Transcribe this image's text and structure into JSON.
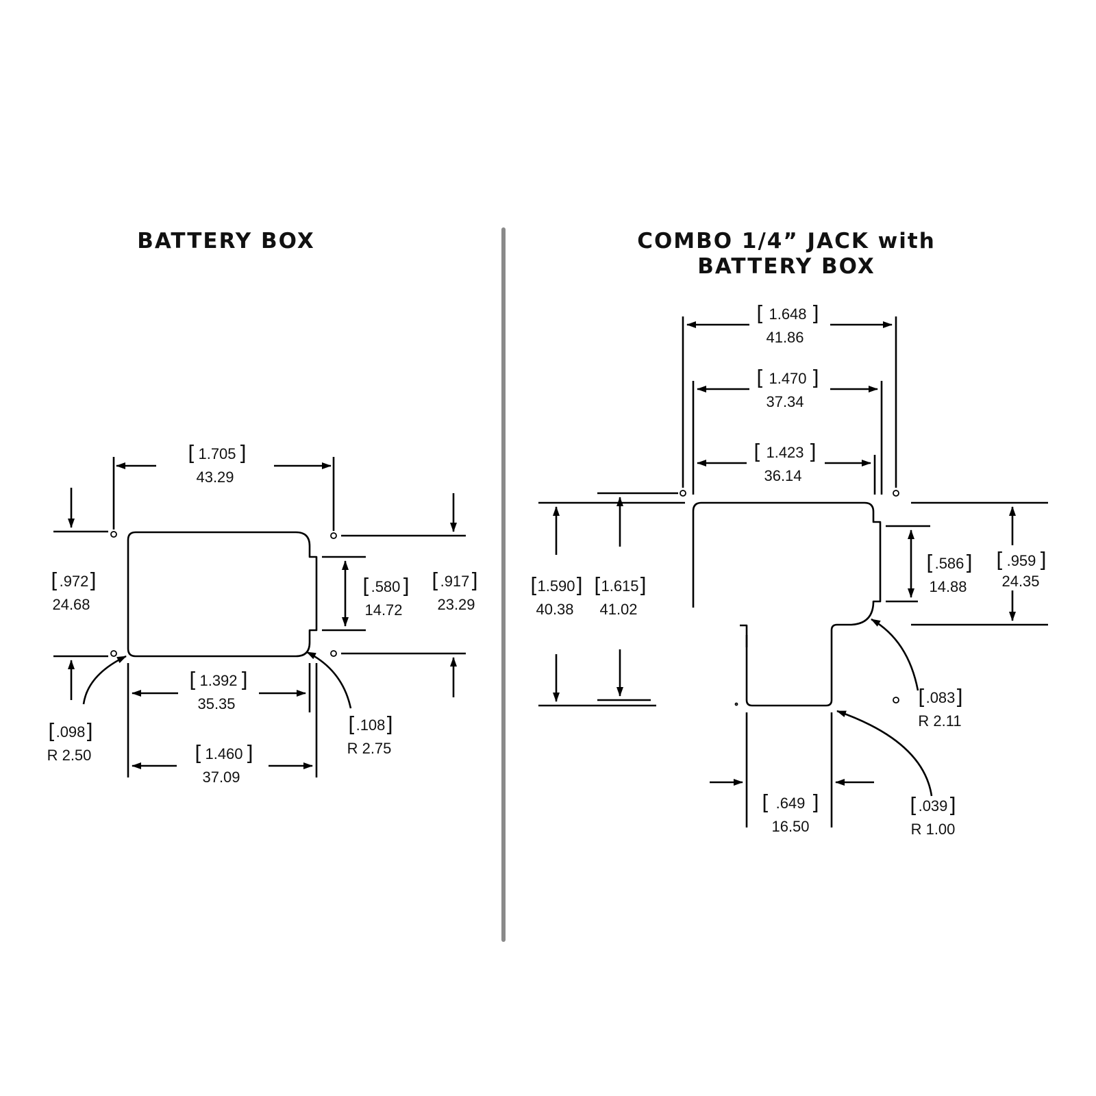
{
  "titles": {
    "left": "BATTERY BOX",
    "right_line1": "COMBO 1/4” JACK with",
    "right_line2": "BATTERY BOX"
  },
  "colors": {
    "ink": "#000000",
    "divider": "#8a8a8a",
    "background": "#ffffff"
  },
  "left": {
    "d_1705": {
      "inch": ".1.705",
      "mm": "43.29"
    },
    "d_972": {
      "inch": ".972",
      "mm": "24.68"
    },
    "d_580": {
      "inch": ".580",
      "mm": "14.72"
    },
    "d_917": {
      "inch": ".917",
      "mm": "23.29"
    },
    "d_1392": {
      "inch": "1.392",
      "mm": "35.35"
    },
    "d_1460": {
      "inch": "1.460",
      "mm": "37.09"
    },
    "r_098": {
      "inch": ".098",
      "mm": "R 2.50"
    },
    "r_108": {
      "inch": ".108",
      "mm": "R 2.75"
    }
  },
  "right": {
    "d_1648": {
      "inch": "1.648",
      "mm": "41.86"
    },
    "d_1470": {
      "inch": "1.470",
      "mm": "37.34"
    },
    "d_1423": {
      "inch": "1.423",
      "mm": "36.14"
    },
    "d_1590": {
      "inch": "1.590",
      "mm": "40.38"
    },
    "d_1615": {
      "inch": "1.615",
      "mm": "41.02"
    },
    "d_586": {
      "inch": ".586",
      "mm": "14.88"
    },
    "d_959": {
      "inch": ".959",
      "mm": "24.35"
    },
    "r_083": {
      "inch": ".083",
      "mm": "R 2.11"
    },
    "d_649": {
      "inch": ".649",
      "mm": "16.50"
    },
    "r_039": {
      "inch": ".039",
      "mm": "R 1.00"
    }
  }
}
